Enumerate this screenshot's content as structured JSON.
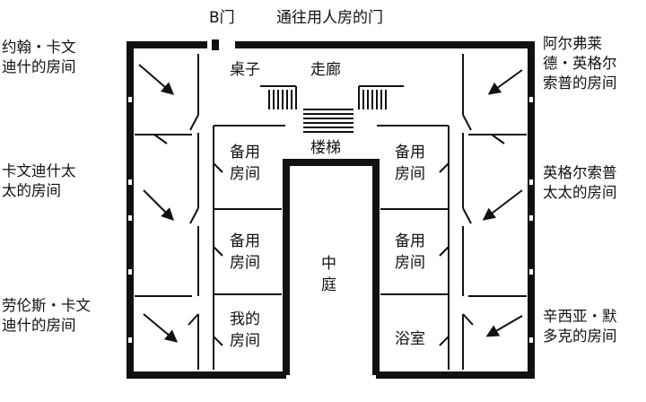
{
  "title": {
    "door_b": "B门",
    "servant_door": "通往用人房的门"
  },
  "left_labels": {
    "john": [
      "约翰・卡文",
      "迪什的房间"
    ],
    "mrs_cavendish": [
      "卡文迪什太",
      "太的房间"
    ],
    "lawrence": [
      "劳伦斯・卡文",
      "迪什的房间"
    ]
  },
  "right_labels": {
    "alfred": [
      "阿尔弗莱",
      "德・英格尔",
      "索普的房间"
    ],
    "mrs_inglethorp": [
      "英格尔索普",
      "太太的房间"
    ],
    "cynthia": [
      "辛西亚・默",
      "多克的房间"
    ]
  },
  "rooms": {
    "table": "桌子",
    "corridor": "走廊",
    "stairs": "楼梯",
    "spare_left_1": [
      "备用",
      "房间"
    ],
    "spare_left_2": [
      "备用",
      "房间"
    ],
    "my_room": [
      "我的",
      "房间"
    ],
    "spare_right_1": [
      "备用",
      "房间"
    ],
    "spare_right_2": [
      "备用",
      "房间"
    ],
    "bathroom": "浴室",
    "courtyard": [
      "中",
      "庭"
    ]
  },
  "colors": {
    "ink": "#111111",
    "background": "#ffffff"
  }
}
